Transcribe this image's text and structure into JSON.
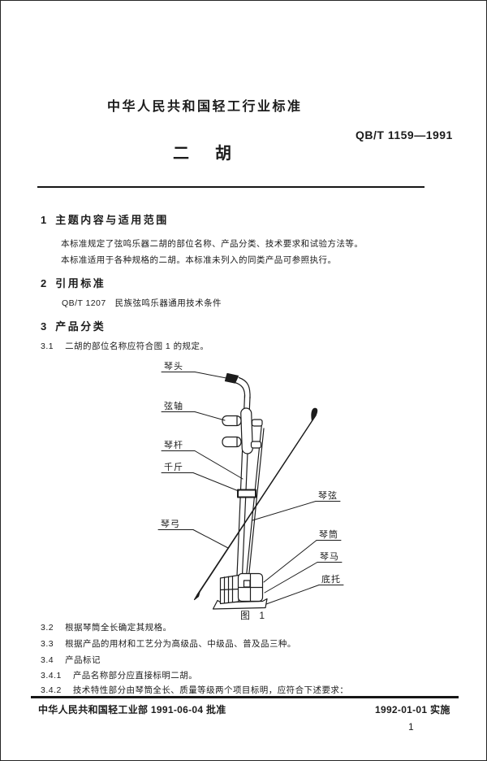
{
  "header": {
    "org_title": "中华人民共和国轻工行业标准",
    "standard_code": "QB/T 1159—1991",
    "title_char_1": "二",
    "title_char_2": "胡"
  },
  "sections": {
    "s1": {
      "num": "1",
      "title": "主题内容与适用范围",
      "para1": "本标准规定了弦鸣乐器二胡的部位名称、产品分类、技术要求和试验方法等。",
      "para2": "本标准适用于各种规格的二胡。本标准未列入的同类产品可参照执行。"
    },
    "s2": {
      "num": "2",
      "title": "引用标准",
      "para1": "QB/T 1207　民族弦鸣乐器通用技术条件"
    },
    "s3": {
      "num": "3",
      "title": "产品分类",
      "c31_num": "3.1",
      "c31": "二胡的部位名称应符合图 1 的规定。",
      "c32_num": "3.2",
      "c32": "根据琴筒全长确定其规格。",
      "c33_num": "3.3",
      "c33": "根据产品的用材和工艺分为高级品、中级品、普及品三种。",
      "c34_num": "3.4",
      "c34": "产品标记",
      "c341_num": "3.4.1",
      "c341": "产品名称部分应直接标明二胡。",
      "c342_num": "3.4.2",
      "c342": "技术特性部分由琴筒全长、质量等级两个项目标明，应符合下述要求："
    }
  },
  "figure": {
    "caption": "图 1",
    "labels": {
      "qintou": "琴头",
      "xianzhou": "弦轴",
      "qingan": "琴杆",
      "qianjin": "千斤",
      "qingong": "琴弓",
      "qinxian": "琴弦",
      "qintong": "琴筒",
      "qinma": "琴马",
      "dituo": "底托"
    }
  },
  "footer": {
    "approval": "中华人民共和国轻工业部 1991-06-04 批准",
    "implementation": "1992-01-01 实施",
    "page_number": "1"
  },
  "colors": {
    "ink": "#1c1c1c",
    "paper": "#ffffff"
  }
}
